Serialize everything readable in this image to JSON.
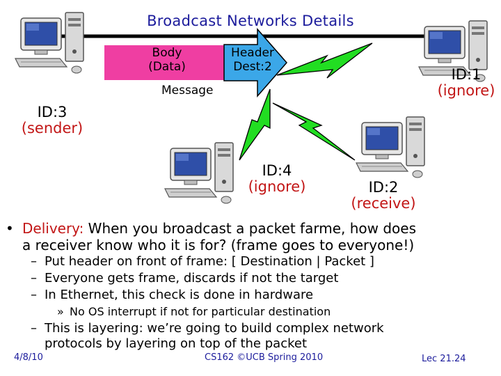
{
  "slide": {
    "title": "Broadcast Networks Details"
  },
  "packet": {
    "body_line1": "Body",
    "body_line2": "(Data)",
    "header_line1": "Header",
    "header_line2": "Dest:2",
    "message_label": "Message",
    "body_color": "#ef3ea2",
    "header_color": "#3ba7e8"
  },
  "nodes": {
    "id1": {
      "id": "ID:1",
      "role": "(ignore)"
    },
    "id2": {
      "id": "ID:2",
      "role": "(receive)"
    },
    "id3": {
      "id": "ID:3",
      "role": "(sender)"
    },
    "id4": {
      "id": "ID:4",
      "role": "(ignore)"
    }
  },
  "bullets": {
    "main_label": "Delivery:",
    "main_line1": "When you broadcast a packet farme, how does",
    "main_line2": "a receiver know who it is for? (frame goes to everyone!)",
    "sub1": "Put header on front of frame: [ Destination | Packet ]",
    "sub2": "Everyone gets frame, discards if not the target",
    "sub3": "In Ethernet, this check is done in hardware",
    "subsub1": "No OS interrupt if not for particular destination",
    "sub4_line1": "This is layering: we’re going to build complex network",
    "sub4_line2": "protocols by layering on top of the packet"
  },
  "footer": {
    "date": "4/8/10",
    "course": "CS162 ©UCB Spring 2010",
    "lecture": "Lec 21.24"
  },
  "colors": {
    "accent": "#1c1c9c",
    "highlight": "#c21616",
    "signal": "#22dd22"
  }
}
